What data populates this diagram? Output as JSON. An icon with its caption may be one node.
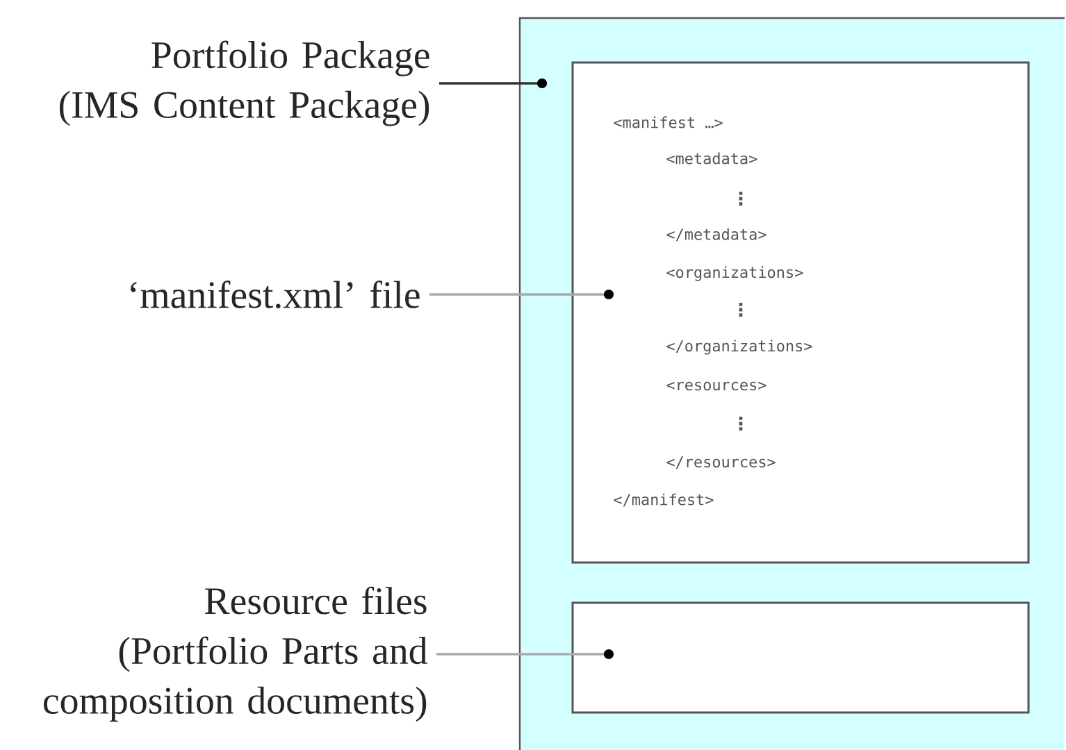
{
  "diagram": {
    "nodes": [
      {
        "text": [
          "Portfolio Package (IMS Content Package)"
        ]
      },
      {
        "text": [
          "‘manifest.xml’ file"
        ]
      },
      {
        "text": [
          "Resource files (Portfolio Parts and composition documents)"
        ]
      },
      {
        "text": [],
        "shape": "box"
      },
      {
        "text": [
          "<manifest …>",
          "<metadata>",
          "⋮",
          "</metadata>",
          "<organizations>",
          "⋮",
          "</organizations>",
          "<resources>",
          "⋮",
          "</resources>",
          "</manifest>"
        ],
        "in": 3
      },
      {
        "text": [],
        "shape": "box",
        "in": 3
      }
    ],
    "edges": [
      {
        "from": 0,
        "to": 3,
        "arrow": "other",
        "color": "#333333"
      },
      {
        "from": 1,
        "to": 4,
        "arrow": "other"
      },
      {
        "from": 2,
        "to": 5,
        "arrow": "other"
      }
    ]
  }
}
